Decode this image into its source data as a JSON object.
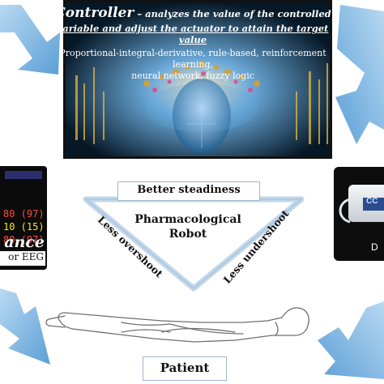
{
  "controller": {
    "title": "Controller",
    "dash": " – ",
    "desc_line1": "analyzes the value of the controlled",
    "desc_line2": "variable and adjust the actuator to attain the target value",
    "methods_line1": "Proportional-integral-derivative, rule-based, reinforcement learning,",
    "methods_line2": "neural network, fuzzy logic"
  },
  "monitor": {
    "readings": [
      {
        "text": "80 (97)",
        "color": "#ff4a3a"
      },
      {
        "text": "10 (15)",
        "color": "#ffe21a"
      },
      {
        "text": "80 (97)",
        "color": "#ff4a3a"
      }
    ],
    "caption": "ance",
    "subcaption": "or EEG"
  },
  "device": {
    "pump_label": "CC",
    "caption": "D"
  },
  "triangle": {
    "top_label": "Better steadiness",
    "center_label_line1": "Pharmacological",
    "center_label_line2": "Robot",
    "left_label": "Less overshoot",
    "right_label": "Less undershoot"
  },
  "patient": {
    "label": "Patient"
  },
  "colors": {
    "arrow_blue": "#7fb6e3",
    "triangle_edge": "#b9d1e6",
    "controller_bg": "#061826"
  }
}
